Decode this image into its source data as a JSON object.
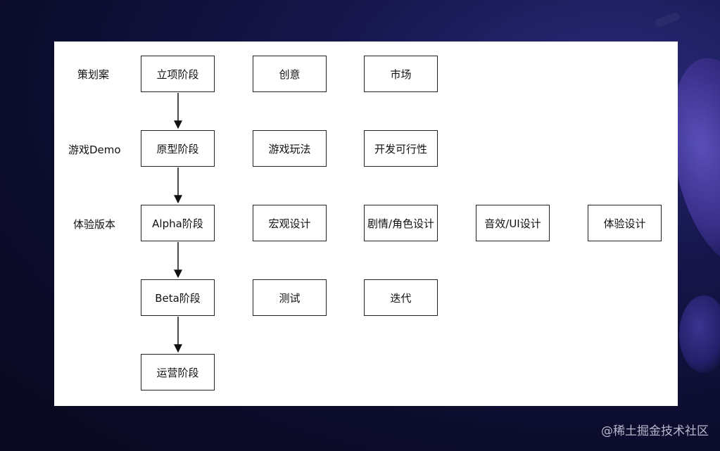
{
  "rows": [
    {
      "label": "策划案",
      "stage": "立项阶段",
      "items": [
        "创意",
        "市场"
      ]
    },
    {
      "label": "游戏Demo",
      "stage": "原型阶段",
      "items": [
        "游戏玩法",
        "开发可行性"
      ]
    },
    {
      "label": "体验版本",
      "stage": "Alpha阶段",
      "items": [
        "宏观设计",
        "剧情/角色设计",
        "音效/UI设计",
        "体验设计"
      ]
    },
    {
      "label": "",
      "stage": "Beta阶段",
      "items": [
        "测试",
        "迭代"
      ]
    },
    {
      "label": "",
      "stage": "运营阶段",
      "items": []
    }
  ],
  "watermark": "@稀土掘金技术社区"
}
